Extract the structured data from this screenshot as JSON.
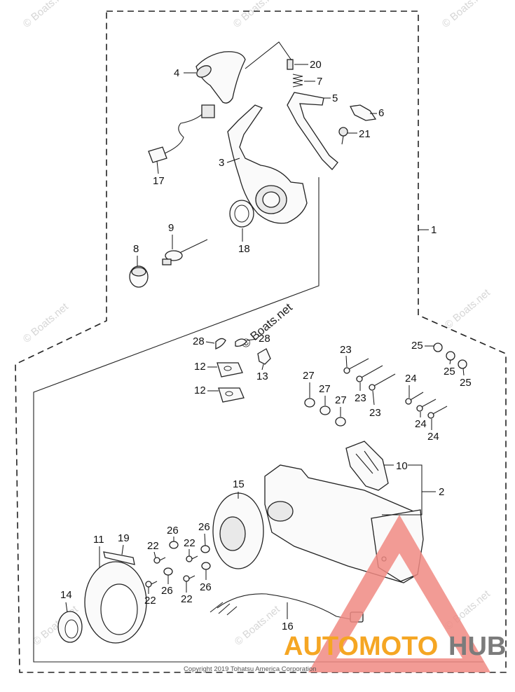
{
  "diagram": {
    "callouts": {
      "c1": "1",
      "c2": "2",
      "c3": "3",
      "c4": "4",
      "c5": "5",
      "c6": "6",
      "c7": "7",
      "c8": "8",
      "c9": "9",
      "c10": "10",
      "c11": "11",
      "c12a": "12",
      "c12b": "12",
      "c13": "13",
      "c14": "14",
      "c15": "15",
      "c16": "16",
      "c17": "17",
      "c18": "18",
      "c19": "19",
      "c20": "20",
      "c21": "21",
      "c22a": "22",
      "c22b": "22",
      "c22c": "22",
      "c22d": "22",
      "c23a": "23",
      "c23b": "23",
      "c23c": "23",
      "c24a": "24",
      "c24b": "24",
      "c24c": "24",
      "c25a": "25",
      "c25b": "25",
      "c25c": "25",
      "c26a": "26",
      "c26b": "26",
      "c26c": "26",
      "c26d": "26",
      "c27a": "27",
      "c27b": "27",
      "c27c": "27",
      "c28a": "28",
      "c28b": "28"
    },
    "watermark": "© Boats.net",
    "center_watermark": "© Boats.net",
    "copyright": "Copyright 2019 Tohatsu America Corporation",
    "brand_logo": {
      "text_part1": "AUTOMOTO",
      "text_part2": "HUB",
      "color_triangle": "#f08a82",
      "color_part1": "#f5a623",
      "color_part2": "#7b7b7b"
    }
  }
}
